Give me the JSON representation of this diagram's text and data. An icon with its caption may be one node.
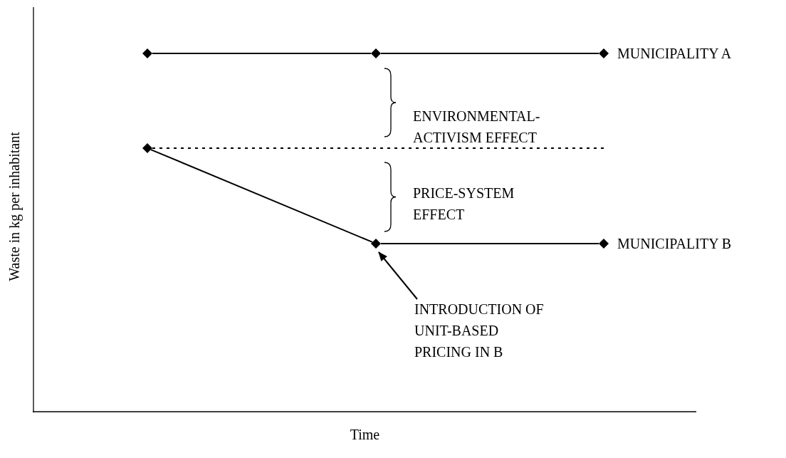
{
  "diagram": {
    "nodes": [
      {
        "text": [],
        "shape": "diamond"
      },
      {
        "text": [],
        "shape": "diamond"
      },
      {
        "text": [],
        "shape": "diamond",
        "beside": [
          "MUNICIPALITY A"
        ]
      },
      {
        "text": [],
        "shape": "diamond"
      },
      {
        "text": [],
        "shape": "diamond"
      },
      {
        "text": [],
        "shape": "diamond",
        "beside": [
          "MUNICIPALITY B"
        ]
      },
      {
        "text": [
          "INTRODUCTION OF UNIT-BASED PRICING IN B"
        ]
      }
    ],
    "edges": [
      {
        "from": 0,
        "to": 1,
        "arrow": "none"
      },
      {
        "from": 1,
        "to": 2,
        "arrow": "none"
      },
      {
        "from": 3,
        "to": null,
        "arrow": "none",
        "style": "dashed"
      },
      {
        "from": 3,
        "to": 4,
        "arrow": "none"
      },
      {
        "from": 4,
        "to": 5,
        "arrow": "none"
      },
      {
        "from": 6,
        "to": 4,
        "arrow": "to"
      }
    ],
    "labels": [
      "ENVIRONMENTAL-ACTIVISM EFFECT",
      "PRICE-SYSTEM EFFECT",
      "Waste in kg per inhabitant",
      "Time"
    ]
  }
}
